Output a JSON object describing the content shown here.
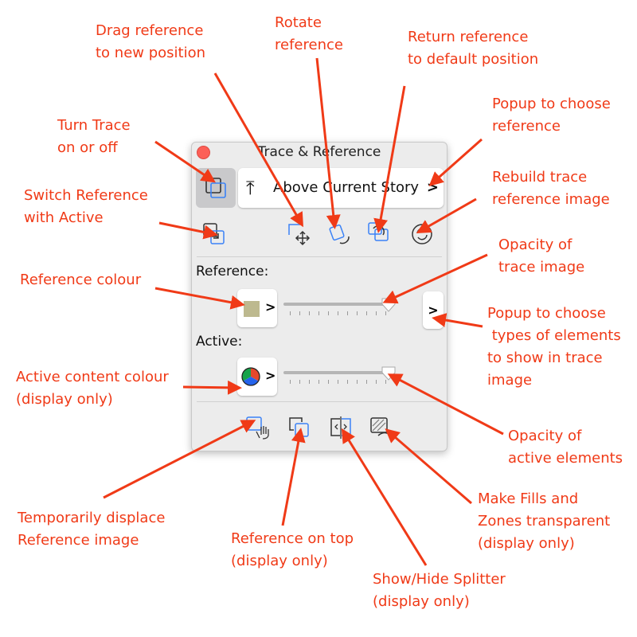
{
  "panel": {
    "title": "Trace & Reference",
    "reference_dropdown": "Above Current Story",
    "reference_label": "Reference:",
    "active_label": "Active:",
    "chevron": ">",
    "reference_opacity_percent": 95,
    "active_opacity_percent": 95,
    "reference_colour": "#bdb98f"
  },
  "annotations": {
    "drag": "Drag reference\nto new position",
    "rotate": "Rotate\nreference",
    "return": "Return reference\nto default position",
    "popup_ref": "Popup to choose\nreference",
    "turn": "Turn Trace\non or off",
    "rebuild": "Rebuild trace\nreference image",
    "switch": "Switch Reference\nwith Active",
    "opacity_trace": "Opacity of\ntrace image",
    "ref_colour": "Reference colour",
    "popup_types": "Popup to choose\n types of elements\nto show in trace\nimage",
    "active_colour": "Active content colour\n(display only)",
    "opacity_active": "Opacity of\nactive elements",
    "displace": "Temporarily displace\nReference image",
    "on_top": "Reference on top\n(display only)",
    "splitter": "Show/Hide Splitter\n(display only)",
    "fills": "Make Fills and\nZones transparent\n(display only)"
  },
  "colors": {
    "annotation": "#f03a17",
    "accent": "#3b82f6"
  }
}
